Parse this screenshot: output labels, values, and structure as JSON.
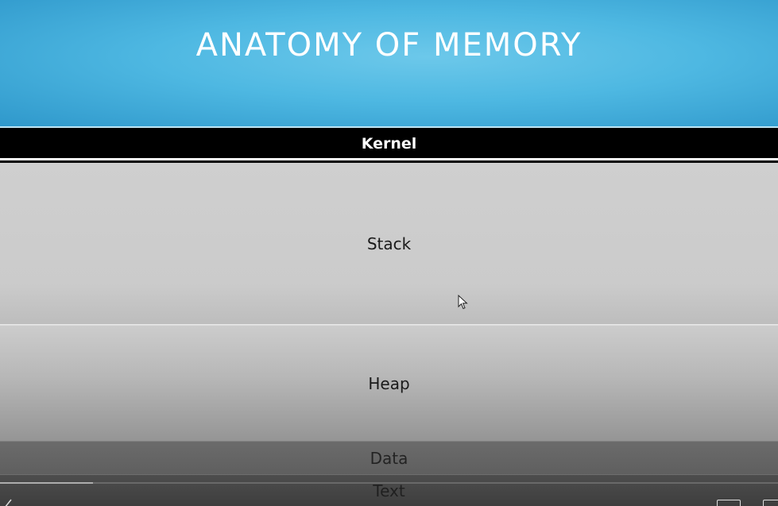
{
  "title": "ANATOMY OF MEMORY",
  "segments": {
    "kernel": "Kernel",
    "stack": "Stack",
    "heap": "Heap",
    "data": "Data",
    "text": "Text"
  },
  "player": {
    "progress": 0.12
  },
  "colors": {
    "title_band": "#4eb8e2",
    "kernel_bg": "#000000",
    "stack_bg": "#cfcfcf",
    "heap_bg": "#b7b7b7",
    "data_bg": "#6b6b6b",
    "text_bg": "#4a4a4a"
  },
  "icons": [
    "mouse-pointer-icon",
    "play-icon",
    "fullscreen-icon",
    "settings-icon"
  ]
}
